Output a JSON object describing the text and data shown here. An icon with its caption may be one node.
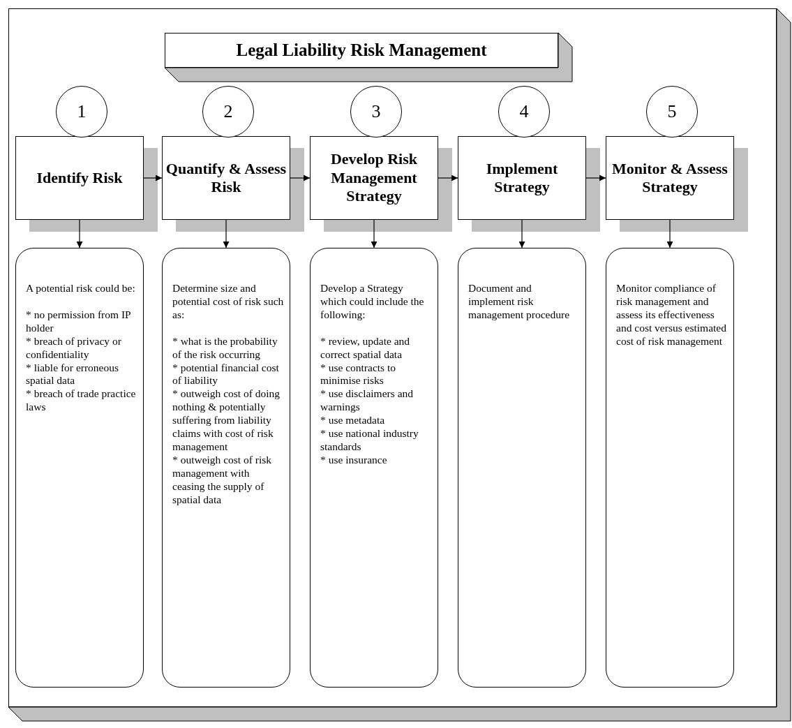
{
  "diagram": {
    "title": "Legal Liability Risk Management",
    "nodes": [
      {
        "text": [
          "1"
        ]
      },
      {
        "text": [
          "2"
        ]
      },
      {
        "text": [
          "3"
        ]
      },
      {
        "text": [
          "4"
        ]
      },
      {
        "text": [
          "5"
        ]
      },
      {
        "text": [
          "Identify Risk"
        ]
      },
      {
        "text": [
          "Quantify & Assess Risk"
        ]
      },
      {
        "text": [
          "Develop Risk Management Strategy"
        ]
      },
      {
        "text": [
          "Implement Strategy"
        ]
      },
      {
        "text": [
          "Monitor & Assess Strategy"
        ]
      },
      {
        "text": [
          "A potential risk could be:",
          "* no permission from IP holder",
          "* breach of privacy or confidentiality",
          "* liable for erroneous spatial data",
          "* breach of trade practice laws"
        ]
      },
      {
        "text": [
          "Determine size and potential cost of risk such as:",
          "* what is the probability of the risk occurring",
          "* potential financial cost of liability",
          "* outweigh cost of doing nothing & potentially suffering from liability claims with cost of risk management",
          "* outweigh cost of risk management with ceasing the supply of spatial data"
        ]
      },
      {
        "text": [
          "Develop a Strategy which could include the following:",
          "* review, update and correct spatial data",
          "* use contracts to minimise risks",
          "* use disclaimers and warnings",
          "* use metadata",
          "* use national industry standards",
          "* use insurance"
        ]
      },
      {
        "text": [
          "Document and implement risk management procedure"
        ]
      },
      {
        "text": [
          "Monitor compliance of risk management and assess its effectiveness and cost versus estimated cost of risk management"
        ]
      }
    ],
    "edges": [
      {
        "from": 5,
        "to": 6,
        "arrow": "to"
      },
      {
        "from": 6,
        "to": 7,
        "arrow": "to"
      },
      {
        "from": 7,
        "to": 8,
        "arrow": "to"
      },
      {
        "from": 8,
        "to": 9,
        "arrow": "to"
      },
      {
        "from": 5,
        "to": 10,
        "arrow": "to"
      },
      {
        "from": 6,
        "to": 11,
        "arrow": "to"
      },
      {
        "from": 7,
        "to": 12,
        "arrow": "to"
      },
      {
        "from": 8,
        "to": 13,
        "arrow": "to"
      },
      {
        "from": 9,
        "to": 14,
        "arrow": "to"
      }
    ]
  }
}
